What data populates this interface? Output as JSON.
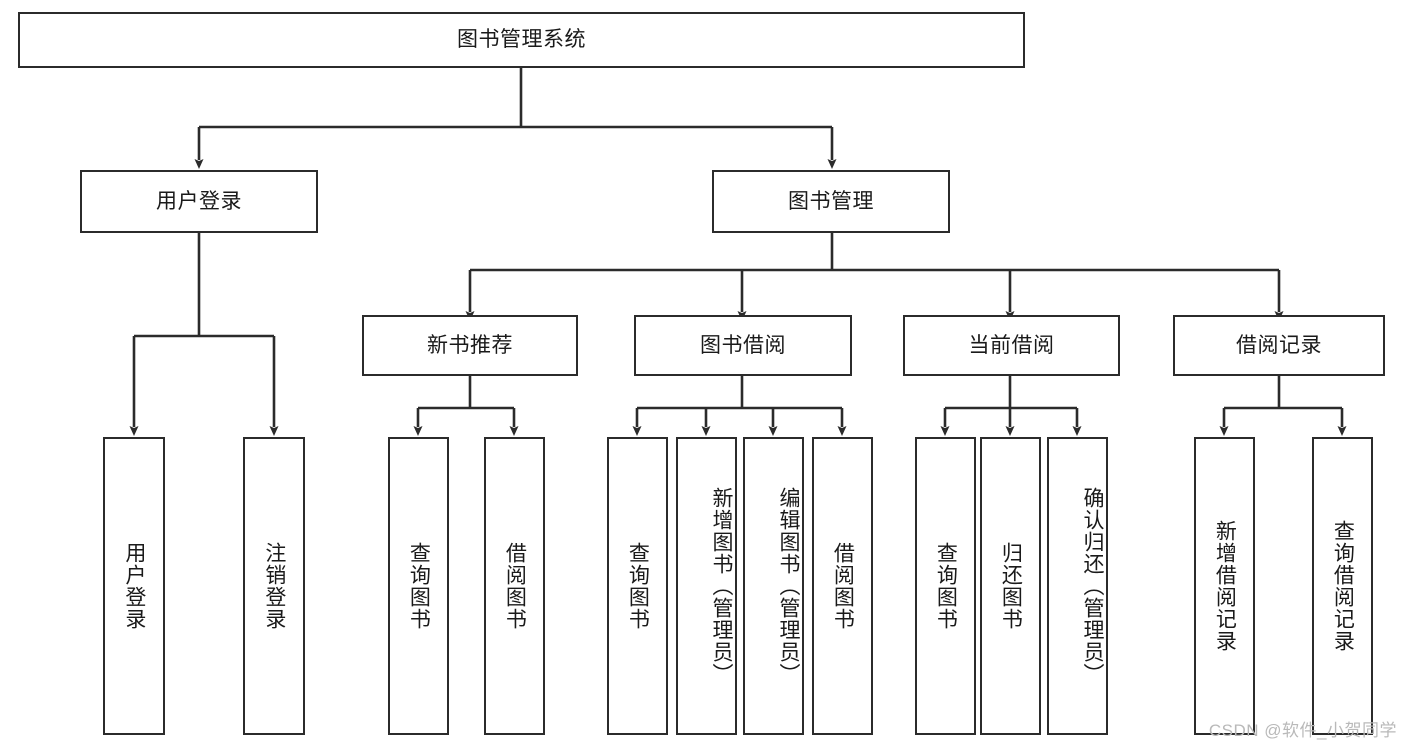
{
  "diagram": {
    "title": "图书管理系统",
    "type": "tree-hierarchy-chart",
    "watermark": "CSDN @软件_小贺同学",
    "root": {
      "id": "root",
      "label": "图书管理系统"
    },
    "level2": [
      {
        "id": "user-login",
        "label": "用户登录"
      },
      {
        "id": "book-manage",
        "label": "图书管理"
      }
    ],
    "level3": [
      {
        "id": "new-book-recommend",
        "label": "新书推荐"
      },
      {
        "id": "book-borrow",
        "label": "图书借阅"
      },
      {
        "id": "current-borrow",
        "label": "当前借阅"
      },
      {
        "id": "borrow-record",
        "label": "借阅记录"
      }
    ],
    "leaves": {
      "user_login": [
        {
          "id": "leaf-user-login",
          "label": "用户登录"
        },
        {
          "id": "leaf-logout-login",
          "label": "注销登录"
        }
      ],
      "new_book_recommend": [
        {
          "id": "leaf-query-book-1",
          "label": "查询图书"
        },
        {
          "id": "leaf-borrow-book-1",
          "label": "借阅图书"
        }
      ],
      "book_borrow": [
        {
          "id": "leaf-query-book-2",
          "label": "查询图书"
        },
        {
          "id": "leaf-add-book",
          "label": "新增图书（管理员）"
        },
        {
          "id": "leaf-edit-book",
          "label": "编辑图书（管理员）"
        },
        {
          "id": "leaf-borrow-book-2",
          "label": "借阅图书"
        }
      ],
      "current_borrow": [
        {
          "id": "leaf-query-book-3",
          "label": "查询图书"
        },
        {
          "id": "leaf-return-book",
          "label": "归还图书"
        },
        {
          "id": "leaf-confirm-return",
          "label": "确认归还（管理员）"
        }
      ],
      "borrow_record": [
        {
          "id": "leaf-add-record",
          "label": "新增借阅记录"
        },
        {
          "id": "leaf-query-record",
          "label": "查询借阅记录"
        }
      ]
    },
    "colors": {
      "stroke": "#2b2b2b",
      "fill": "#ffffff",
      "text": "#1a1a1a",
      "watermark": "#b9b9b9"
    }
  }
}
